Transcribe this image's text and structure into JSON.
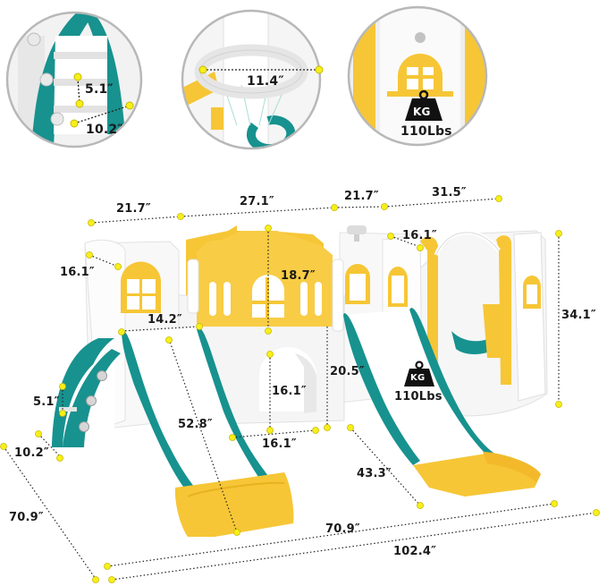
{
  "colors": {
    "teal": "#17928f",
    "yellow": "#f6c636",
    "white_panel": "#f4f4f4",
    "outline_gray": "#c9c9c9",
    "dot_yellow": "#f7ef1a",
    "text": "#1a1a1a"
  },
  "insets": [
    {
      "name": "stairs-detail",
      "labels": [
        "5.1″",
        "10.2″"
      ]
    },
    {
      "name": "basketball-hoop-detail",
      "labels": [
        "11.4″"
      ]
    },
    {
      "name": "weight-capacity-detail",
      "weight_icon": "KG",
      "capacity": "110Lbs"
    }
  ],
  "dimensions": {
    "top_left_width": "21.7″",
    "top_center_width": "27.1″",
    "top_right_width": "21.7″",
    "swing_width": "31.5″",
    "left_tower_depth": "16.1″",
    "right_panel_depth": "16.1″",
    "total_height": "34.1″",
    "house_height": "18.7″",
    "slide_width": "14.2″",
    "platform_height": "20.5″",
    "arch_height": "16.1″",
    "arch_width": "16.1″",
    "slide_length": "52.8″",
    "right_slide_length": "43.3″",
    "step_height": "5.1″",
    "step_depth": "10.2″",
    "overall_depth": "70.9″",
    "front_width": "70.9″",
    "overall_width": "102.4″"
  },
  "weight": {
    "icon": "KG",
    "capacity": "110Lbs"
  }
}
